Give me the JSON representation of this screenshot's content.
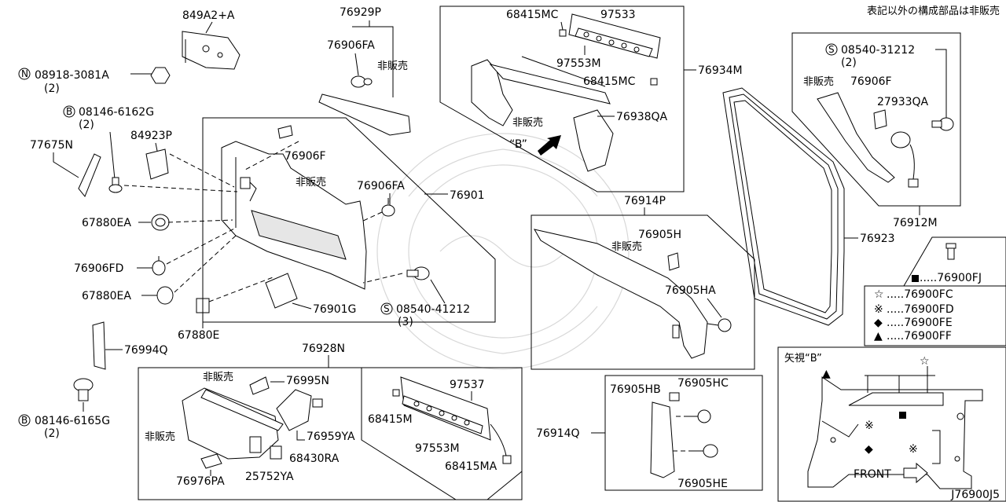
{
  "header_note": "表記以外の構成部品は非販売",
  "diagram_id": "J76900J5",
  "not_sold": "非販売",
  "view_b_arrow": "“B”",
  "parts": {
    "p849A2A": "849A2+A",
    "p08918": "08918-3081A",
    "p08918_qty": "(2)",
    "p08146_6162": "08146-6162G",
    "p08146_6162_qty": "(2)",
    "p84923P": "84923P",
    "p77675N": "77675N",
    "p67880EA_1": "67880EA",
    "p76906FD": "76906FD",
    "p67880EA_2": "67880EA",
    "p67880E": "67880E",
    "p76994Q": "76994Q",
    "p08146_6165": "08146-6165G",
    "p08146_6165_qty": "(2)",
    "p76929P": "76929P",
    "p76906FA_1": "76906FA",
    "p76906F_1": "76906F",
    "p76906FA_2": "76906FA",
    "p76901": "76901",
    "p76901G": "76901G",
    "p08540_41212": "08540-41212",
    "p08540_41212_qty": "(3)",
    "p68415MC_1": "68415MC",
    "p97533": "97533",
    "p97553M_1": "97553M",
    "p68415MC_2": "68415MC",
    "p76934M": "76934M",
    "p76938QA": "76938QA",
    "p76914P": "76914P",
    "p76905H": "76905H",
    "p76905HA": "76905HA",
    "p08540_31212": "08540-31212",
    "p08540_31212_qty": "(2)",
    "p76906F_2": "76906F",
    "p27933QA": "27933QA",
    "p76912M": "76912M",
    "p76923": "76923",
    "p76928N": "76928N",
    "p76995N": "76995N",
    "p76959YA": "76959YA",
    "p68430RA": "68430RA",
    "p76976PA": "76976PA",
    "p25752YA": "25752YA",
    "p97537": "97537",
    "p68415M": "68415M",
    "p97553M_2": "97553M",
    "p68415MA": "68415MA",
    "p76914Q": "76914Q",
    "p76905HB": "76905HB",
    "p76905HC": "76905HC",
    "p76905HE": "76905HE"
  },
  "legend": {
    "fj": ".....76900FJ",
    "fc": ".....76900FC",
    "fd": ".....76900FD",
    "fe": ".....76900FE",
    "ff": ".....76900FF"
  },
  "view_b": {
    "title": "矢視“B”",
    "front": "FRONT"
  }
}
